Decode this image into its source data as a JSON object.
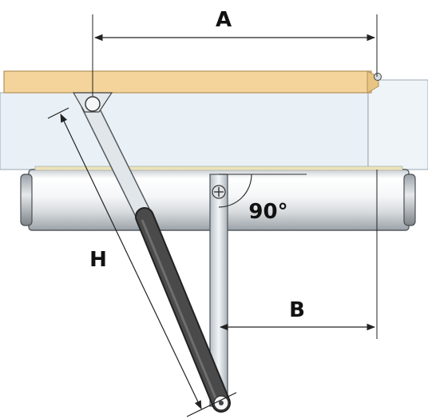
{
  "labels": {
    "a": "A",
    "b": "B",
    "h": "H",
    "angle": "90°"
  },
  "colors": {
    "wood": "#f4d49a",
    "wood_edge": "#c9a766",
    "panel": "#e9f1f7",
    "cylinder": "#eef1f3",
    "stay": "#dde3e8",
    "gas_spring": "#4a4a4a",
    "line": "#222222"
  }
}
